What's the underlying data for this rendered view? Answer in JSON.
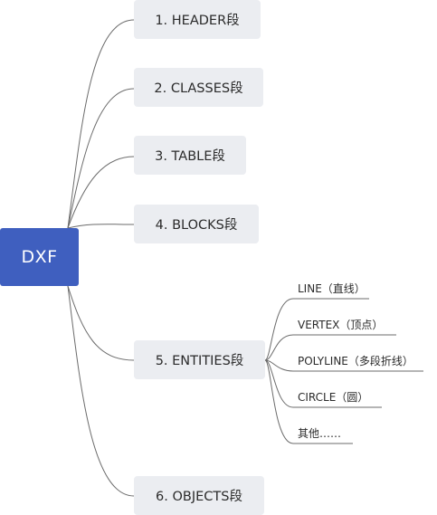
{
  "root": {
    "label": "DXF"
  },
  "sections": [
    {
      "label": "1. HEADER段"
    },
    {
      "label": "2. CLASSES段"
    },
    {
      "label": "3. TABLE段"
    },
    {
      "label": "4. BLOCKS段"
    },
    {
      "label": "5. ENTITIES段"
    },
    {
      "label": "6. OBJECTS段"
    }
  ],
  "entities_children": [
    {
      "label": "LINE（直线）"
    },
    {
      "label": "VERTEX（顶点）"
    },
    {
      "label": "POLYLINE（多段折线）"
    },
    {
      "label": "CIRCLE（圆）"
    },
    {
      "label": "其他……"
    }
  ],
  "colors": {
    "root_fill": "#3f5fbf",
    "node_fill": "#ebedf1",
    "connector": "#6b6b6b"
  }
}
